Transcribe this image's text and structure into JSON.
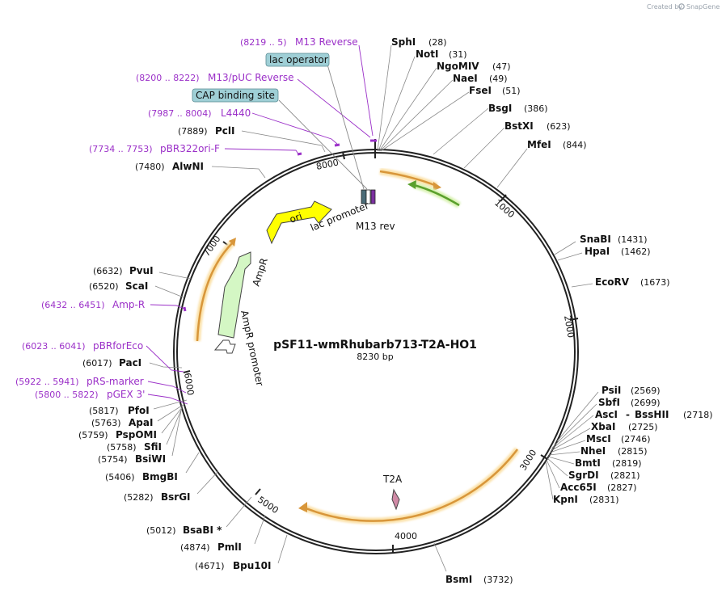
{
  "watermark": {
    "prefix": "Created by",
    "brand": "SnapGene"
  },
  "plasmid": {
    "name": "pSF11-wmRhubarb713-T2A-HO1",
    "length": "8230 bp"
  },
  "colors": {
    "primer": "#9b30c8",
    "orange_feature": "#d8963a",
    "orange_glow": "#fbe1a8",
    "green_feature": "#5aa02c",
    "green_glow": "#d9f2b2",
    "ori": "#ffff00",
    "ampr": "#d4f7c4",
    "misc_box": "#9fcfd6",
    "t2a": "#d08aa6"
  },
  "ticks": [
    "1000",
    "2000",
    "3000",
    "4000",
    "5000",
    "6000",
    "7000",
    "8000"
  ],
  "features": {
    "ori": "ori",
    "ampr": "AmpR",
    "ampr_promoter": "AmpR promoter",
    "lac_promoter": "lac promoter",
    "m13_rev": "M13 rev",
    "t2a": "T2A"
  },
  "boxed_features": [
    {
      "label": "lac operator"
    },
    {
      "label": "CAP binding site"
    }
  ],
  "primers": [
    {
      "range": "(8219 .. 5)",
      "name": "M13 Reverse"
    },
    {
      "range": "(8200 .. 8222)",
      "name": "M13/pUC Reverse"
    },
    {
      "range": "(7987 .. 8004)",
      "name": "L4440"
    },
    {
      "range": "(7734 .. 7753)",
      "name": "pBR322ori-F"
    },
    {
      "range": "(6432 .. 6451)",
      "name": "Amp-R"
    },
    {
      "range": "(6023 .. 6041)",
      "name": "pBRforEco"
    },
    {
      "range": "(5922 .. 5941)",
      "name": "pRS-marker"
    },
    {
      "range": "(5800 .. 5822)",
      "name": "pGEX 3'"
    }
  ],
  "sites_right": [
    {
      "name": "SphI",
      "pos": "(28)"
    },
    {
      "name": "NotI",
      "pos": "(31)"
    },
    {
      "name": "NgoMIV",
      "pos": "(47)"
    },
    {
      "name": "NaeI",
      "pos": "(49)"
    },
    {
      "name": "FseI",
      "pos": "(51)"
    },
    {
      "name": "BsgI",
      "pos": "(386)"
    },
    {
      "name": "BstXI",
      "pos": "(623)"
    },
    {
      "name": "MfeI",
      "pos": "(844)"
    },
    {
      "name": "SnaBI",
      "pos": "(1431)"
    },
    {
      "name": "HpaI",
      "pos": "(1462)"
    },
    {
      "name": "EcoRV",
      "pos": "(1673)"
    },
    {
      "name": "PsiI",
      "pos": "(2569)"
    },
    {
      "name": "SbfI",
      "pos": "(2699)"
    },
    {
      "name": "AscI",
      "pos": ""
    },
    {
      "name": "BssHII",
      "pos": "(2718)"
    },
    {
      "name": "XbaI",
      "pos": "(2725)"
    },
    {
      "name": "MscI",
      "pos": "(2746)"
    },
    {
      "name": "NheI",
      "pos": "(2815)"
    },
    {
      "name": "BmtI",
      "pos": "(2819)"
    },
    {
      "name": "SgrDI",
      "pos": "(2821)"
    },
    {
      "name": "Acc65I",
      "pos": "(2827)"
    },
    {
      "name": "KpnI",
      "pos": "(2831)"
    },
    {
      "name": "BsmI",
      "pos": "(3732)"
    }
  ],
  "sites_left": [
    {
      "pos": "(7889)",
      "name": "PclI"
    },
    {
      "pos": "(7480)",
      "name": "AlwNI"
    },
    {
      "pos": "(6632)",
      "name": "PvuI"
    },
    {
      "pos": "(6520)",
      "name": "ScaI"
    },
    {
      "pos": "(6017)",
      "name": "PacI"
    },
    {
      "pos": "(5817)",
      "name": "PfoI"
    },
    {
      "pos": "(5763)",
      "name": "ApaI"
    },
    {
      "pos": "(5759)",
      "name": "PspOMI"
    },
    {
      "pos": "(5758)",
      "name": "SfiI"
    },
    {
      "pos": "(5754)",
      "name": "BsiWI"
    },
    {
      "pos": "(5406)",
      "name": "BmgBI"
    },
    {
      "pos": "(5282)",
      "name": "BsrGI"
    },
    {
      "pos": "(5012)",
      "name": "BsaBI *"
    },
    {
      "pos": "(4874)",
      "name": "PmlI"
    },
    {
      "pos": "(4671)",
      "name": "Bpu10I"
    }
  ]
}
